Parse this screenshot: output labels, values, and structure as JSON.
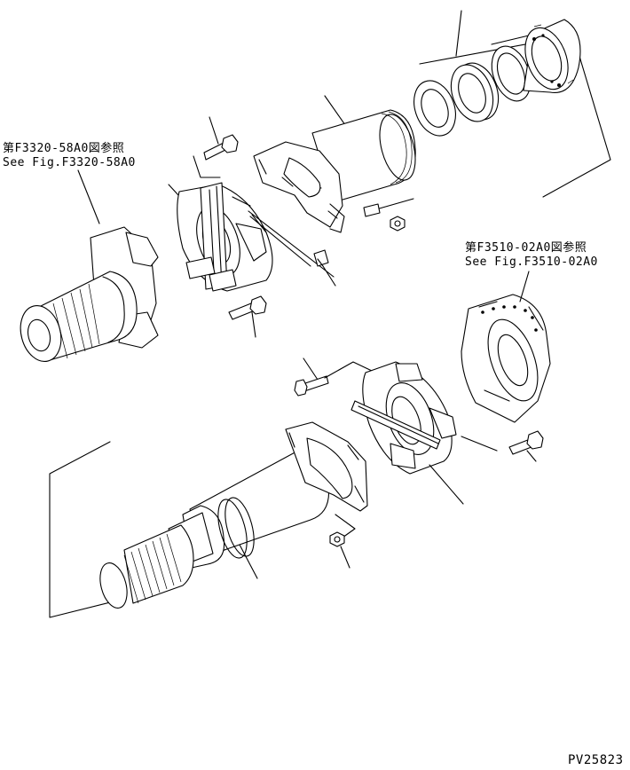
{
  "references": [
    {
      "line1": "第F3320-58A0図参照",
      "line2": "See Fig.F3320-58A0"
    },
    {
      "line1": "第F3510-02A0図参照",
      "line2": "See Fig.F3510-02A0"
    }
  ],
  "drawing_code": "PV25823"
}
